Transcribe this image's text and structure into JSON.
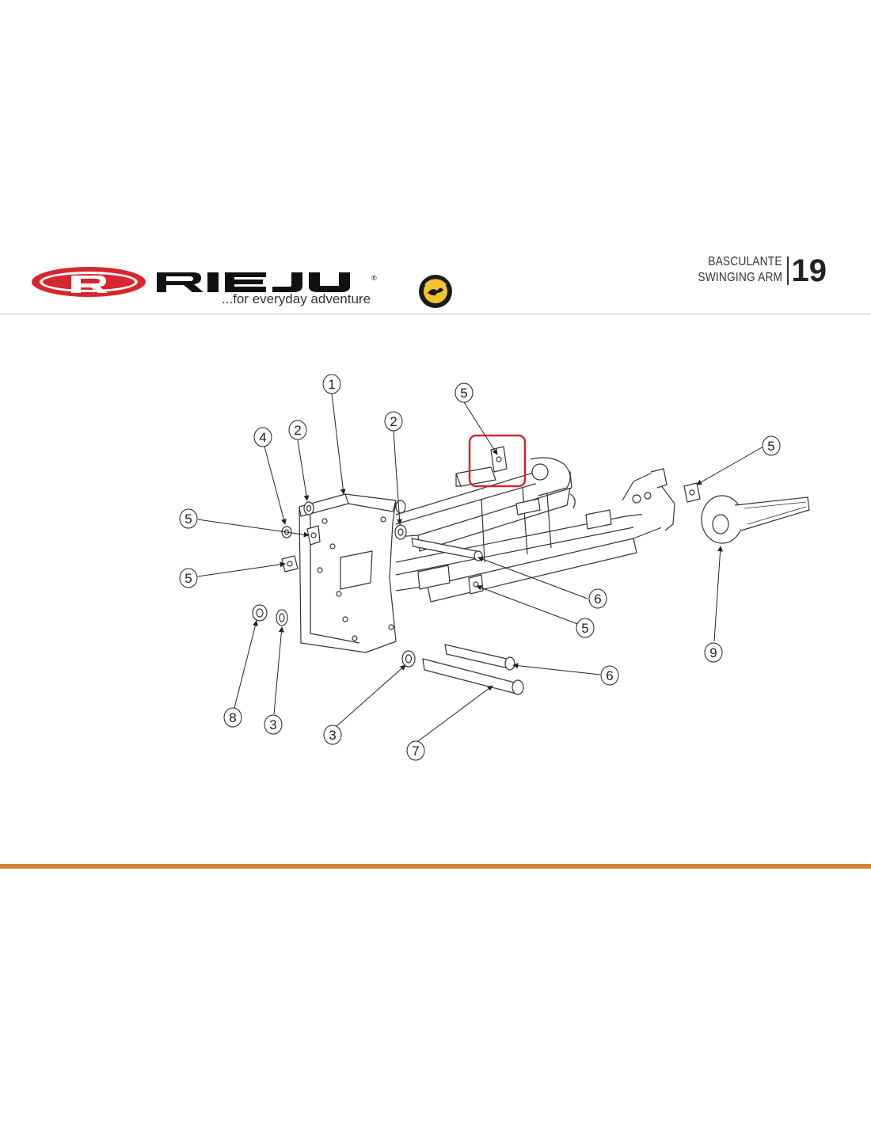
{
  "brand": {
    "name": "RIEJU",
    "registered_mark": "®",
    "tagline": "...for everyday adventure",
    "colors": {
      "red": "#d7262d",
      "black": "#111111",
      "accent_orange": "#d9843a",
      "highlight_red": "#d7262d"
    }
  },
  "section": {
    "title_es": "BASCULANTE",
    "title_en": "SWINGING ARM",
    "page_number": "19"
  },
  "diagram": {
    "callouts": [
      "1",
      "2",
      "2",
      "3",
      "3",
      "4",
      "5",
      "5",
      "5",
      "5",
      "5",
      "6",
      "6",
      "7",
      "8",
      "9"
    ],
    "highlighted_part": "5"
  }
}
